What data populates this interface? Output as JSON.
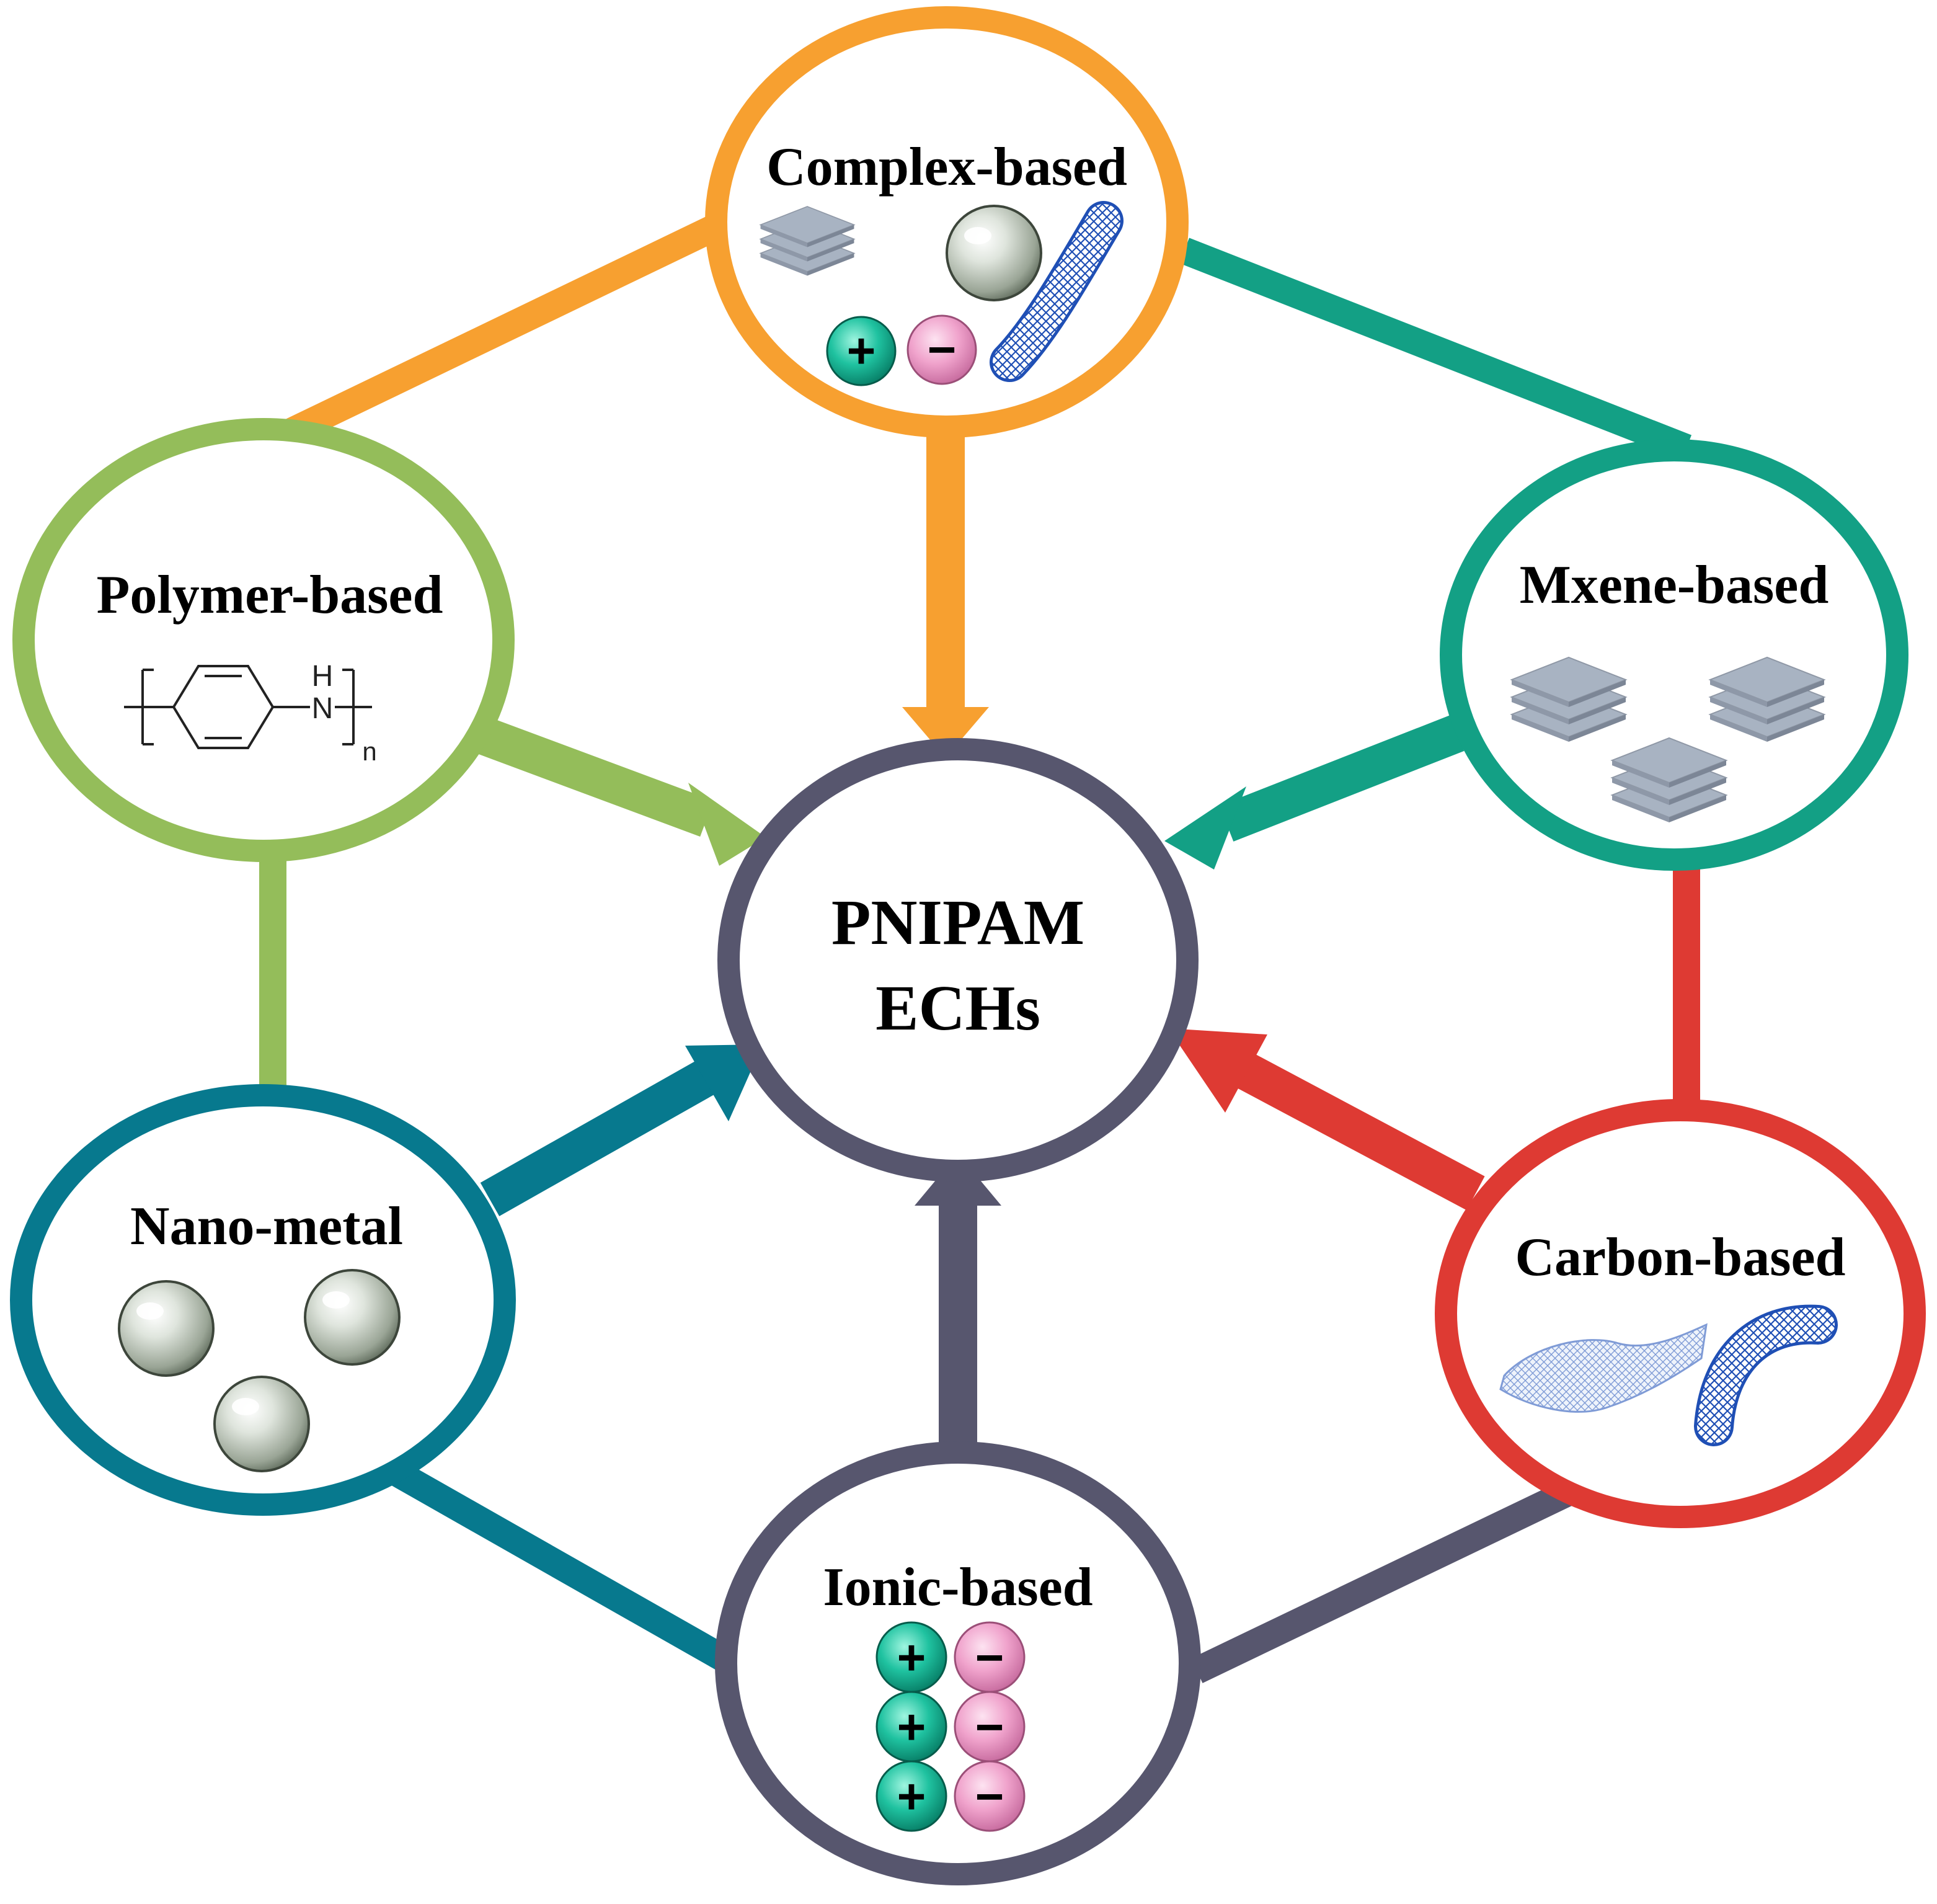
{
  "colors": {
    "complex": "#f7a030",
    "polymer": "#94bd5a",
    "mxene": "#13a085",
    "carbon": "#de3a33",
    "ionic": "#57566e",
    "nano": "#07798e",
    "center": "#57566e",
    "sheet": "#a8b3c2",
    "tube": "#1f4fb5",
    "cation": "#1fb89a",
    "anion": "#f2a6cf"
  },
  "center": {
    "line1": "PNIPAM",
    "line2": "ECHs"
  },
  "nodes": {
    "complex": {
      "label": "Complex-based"
    },
    "polymer": {
      "label": "Polymer-based",
      "chem_h": "H",
      "chem_n": "N",
      "chem_sub": "n"
    },
    "mxene": {
      "label": "Mxene-based"
    },
    "carbon": {
      "label": "Carbon-based"
    },
    "ionic": {
      "label": "Ionic-based"
    },
    "nano": {
      "label": "Nano-metal"
    }
  },
  "ions": {
    "plus": "+",
    "minus": "−"
  },
  "icons": [
    "layered-sheet-icon",
    "nanoparticle-sphere-icon",
    "carbon-nanotube-icon",
    "cation-icon",
    "anion-icon",
    "graphene-sheet-icon",
    "polyaniline-structure-icon"
  ]
}
